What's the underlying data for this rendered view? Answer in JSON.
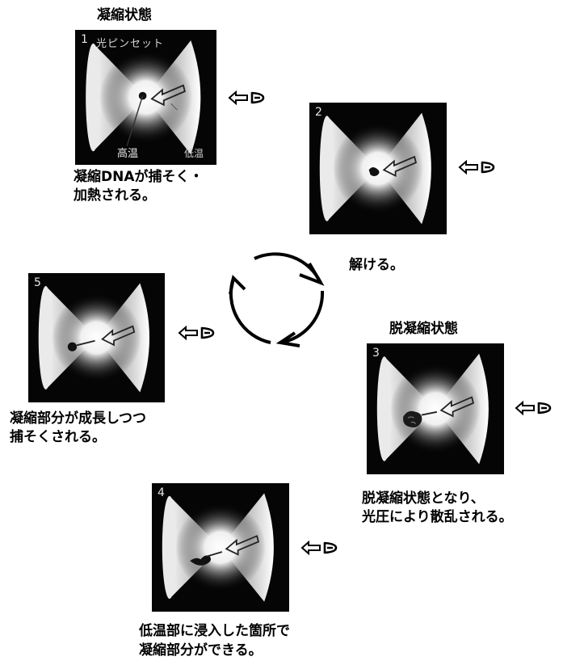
{
  "panel1": {
    "heading": "凝縮状態",
    "number": "1",
    "label": "光ピンセット",
    "label_high": "高温",
    "label_low": "低温",
    "caption_line1": "凝縮DNAが捕そく・",
    "caption_line2": "加熱される。"
  },
  "panel2": {
    "number": "2",
    "caption": "解ける。"
  },
  "panel3": {
    "heading": "脱凝縮状態",
    "number": "3",
    "caption_line1": "脱凝縮状態となり、",
    "caption_line2": "光圧により散乱される。"
  },
  "panel4": {
    "number": "4",
    "caption_line1": "低温部に浸入した箇所で",
    "caption_line2": "凝縮部分ができる。"
  },
  "panel5": {
    "number": "5",
    "caption_line1": "凝縮部分が成長しつつ",
    "caption_line2": "捕そくされる。"
  },
  "icons": {
    "observer": "eye-arrow-icon",
    "cycle": "cycle-arrows-icon"
  }
}
